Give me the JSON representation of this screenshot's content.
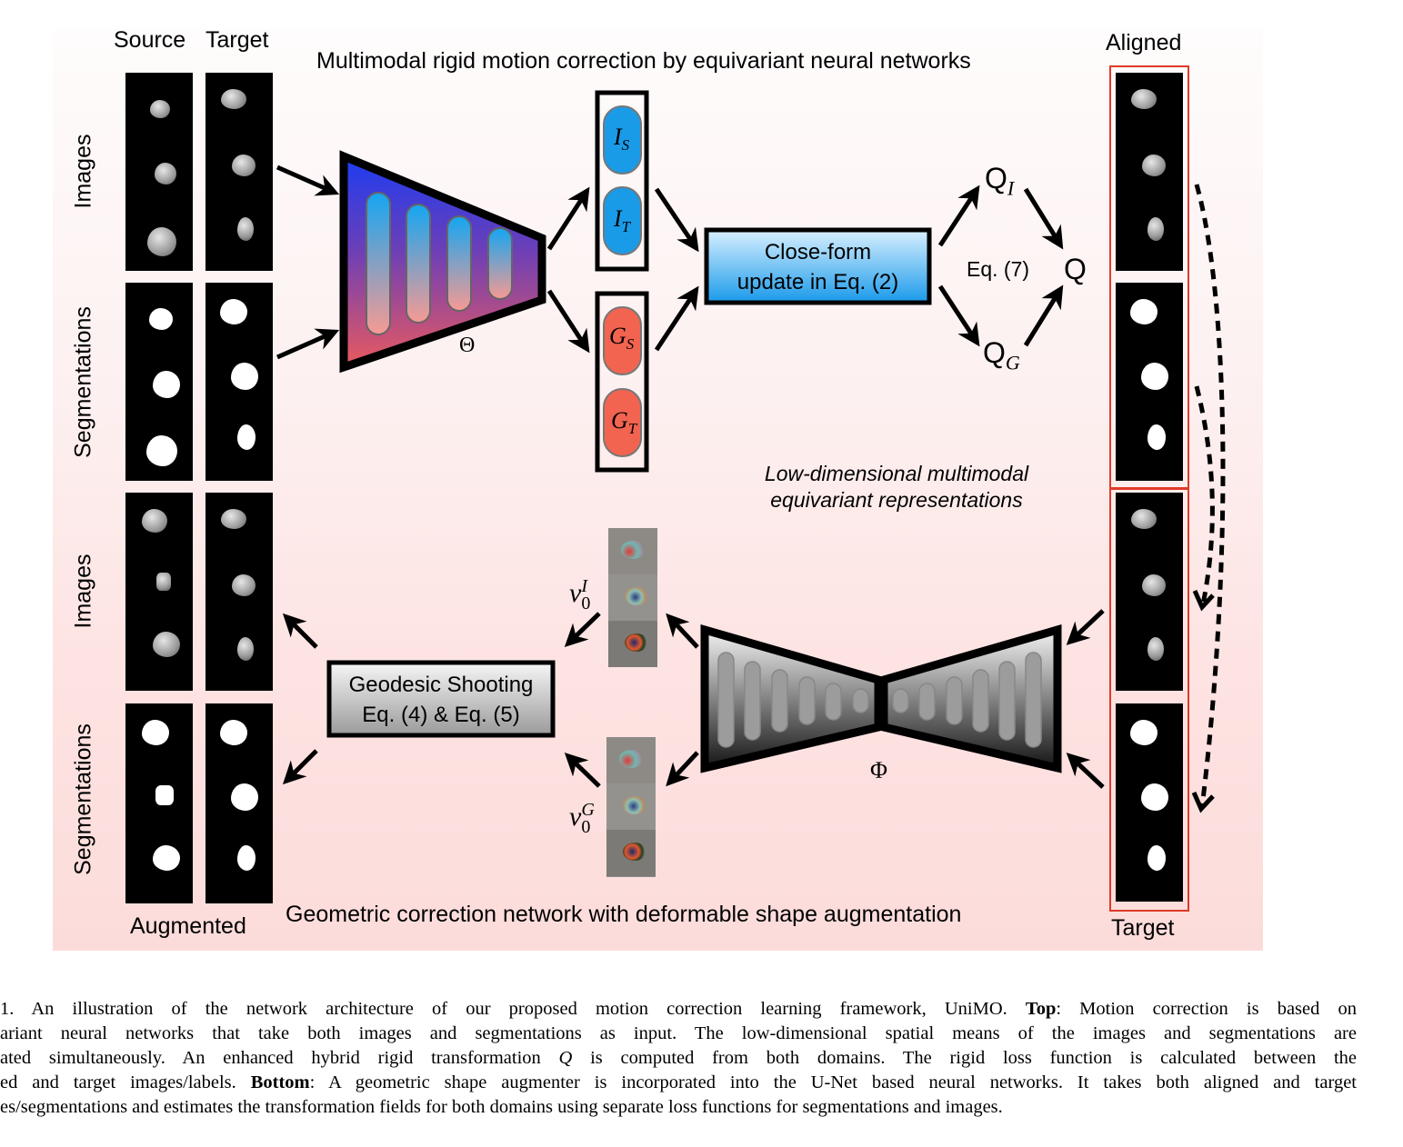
{
  "figure": {
    "top_title": "Multimodal rigid motion correction by equivariant neural networks",
    "bottom_title": "Geometric correction network with deformable shape augmentation",
    "column_labels": {
      "source": "Source",
      "target": "Target",
      "aligned": "Aligned",
      "target_bottom": "Target",
      "augmented": "Augmented"
    },
    "row_labels": {
      "images_top": "Images",
      "segmentations_top": "Segmentations",
      "images_bottom": "Images",
      "segmentations_bottom": "Segmentations"
    },
    "encoder_symbol": "Θ",
    "unet_symbol": "Φ",
    "features": {
      "image_source": {
        "base": "I",
        "sub": "S"
      },
      "image_target": {
        "base": "I",
        "sub": "T"
      },
      "seg_source": {
        "base": "G",
        "sub": "S"
      },
      "seg_target": {
        "base": "G",
        "sub": "T"
      }
    },
    "closed_form_box": {
      "line1": "Close-form",
      "line2": "update in Eq. (2)"
    },
    "q_nodes": {
      "q_image": {
        "base": "Q",
        "sub": "I"
      },
      "q_seg": {
        "base": "Q",
        "sub": "G"
      },
      "q_final": "Q",
      "combine_eq": "Eq. (7)"
    },
    "representation_note": {
      "line1": "Low-dimensional multimodal",
      "line2": "equivariant representations"
    },
    "geodesic_box": {
      "line1": "Geodesic Shooting",
      "line2": "Eq. (4) & Eq. (5)"
    },
    "velocity_fields": {
      "image": {
        "base": "v",
        "sub": "0",
        "sup": "I"
      },
      "seg": {
        "base": "v",
        "sub": "0",
        "sup": "G"
      }
    },
    "colors": {
      "background_top": "#fefcfc",
      "background_bottom": "#fcdcda",
      "image_feature_blue": "#1a9be8",
      "seg_feature_red": "#f26450",
      "aligned_box_red": "#e03a2a",
      "closed_form_blue": "#1ea1ee"
    }
  },
  "caption": {
    "lines": [
      {
        "parts": [
          {
            "t": "1.  An illustration of the network architecture of our proposed motion correction learning framework, UniMO. "
          },
          {
            "t": "Top",
            "b": true
          },
          {
            "t": ": Motion correction is based on"
          }
        ]
      },
      {
        "parts": [
          {
            "t": "ariant neural networks that take both images and segmentations as input. The low-dimensional spatial means of the images and segmentations are"
          }
        ]
      },
      {
        "parts": [
          {
            "t": "ated simultaneously. An enhanced hybrid rigid transformation "
          },
          {
            "t": "Q",
            "i": true
          },
          {
            "t": " is computed from both domains. The rigid loss function is calculated between the"
          }
        ]
      },
      {
        "parts": [
          {
            "t": "ed and target images/labels. "
          },
          {
            "t": "Bottom",
            "b": true
          },
          {
            "t": ": A geometric shape augmenter is incorporated into the U-Net based neural networks. It takes both aligned and target"
          }
        ]
      },
      {
        "parts": [
          {
            "t": "es/segmentations and estimates the transformation fields for both domains using separate loss functions for segmentations and images."
          }
        ]
      }
    ]
  }
}
